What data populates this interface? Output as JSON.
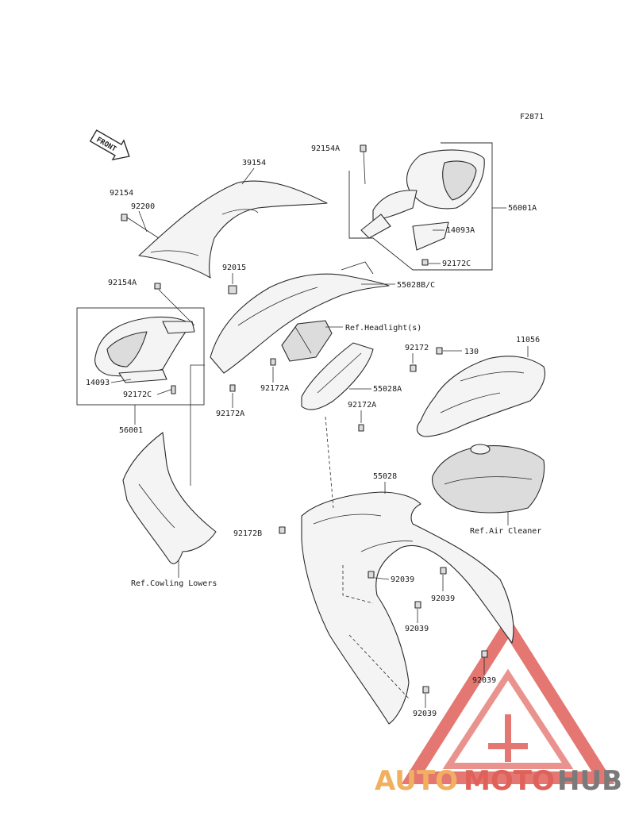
{
  "figure_code": "F2871",
  "front_label": "FRONT",
  "colors": {
    "watermark_red": "#e0605a",
    "watermark_orange": "#f0b060",
    "watermark_grey": "#7a7a7a"
  },
  "labels": {
    "p39154": "39154",
    "p92154_left": "92154",
    "p92200": "92200",
    "p92154a_left": "92154A",
    "p92015": "92015",
    "p92154a_top": "92154A",
    "p56001a": "56001A",
    "p14093a": "14093A",
    "p92172c_right": "92172C",
    "p55028bc": "55028B/C",
    "ref_headlight": "Ref.Headlight(s)",
    "p92172_mid": "92172",
    "p130": "130",
    "p11056": "11056",
    "p14093": "14093",
    "p92172c_left": "92172C",
    "p92172a_1": "92172A",
    "p55028a": "55028A",
    "p92172a_2": "92172A",
    "p92172a_3": "92172A",
    "p56001": "56001",
    "p55028": "55028",
    "p92172b": "92172B",
    "ref_air_cleaner": "Ref.Air Cleaner",
    "ref_cowling_lowers": "Ref.Cowling Lowers",
    "p92039_1": "92039",
    "p92039_2": "92039",
    "p92039_3": "92039",
    "p92039_4": "92039",
    "p92039_5": "92039"
  },
  "watermark": {
    "part1": "AUTO",
    "part2": "MOTO",
    "part3": "HUB"
  }
}
